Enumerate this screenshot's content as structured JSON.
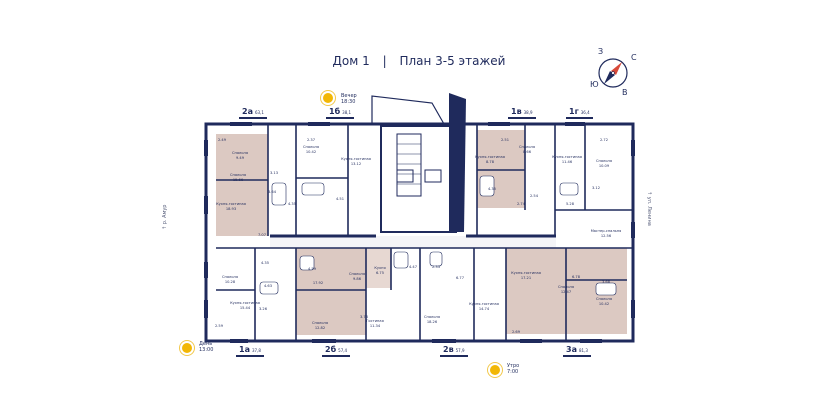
{
  "header": {
    "house": "Дом 1",
    "separator": "|",
    "floors": "План 3-5 этажей"
  },
  "compass": {
    "n": "С",
    "s": "Ю",
    "e": "В",
    "w": "З"
  },
  "sun": {
    "evening": {
      "label": "Вечер",
      "time": "18:30"
    },
    "day": {
      "label": "День",
      "time": "13:00"
    },
    "morning": {
      "label": "Утро",
      "time": "7:00"
    }
  },
  "streets": {
    "left": "р. Амур",
    "right": "ул. Ленина"
  },
  "apartments": [
    {
      "code": "2а",
      "area": "63,1"
    },
    {
      "code": "1б",
      "area": "38,1"
    },
    {
      "code": "1в",
      "area": "38,9"
    },
    {
      "code": "1г",
      "area": "36,4"
    },
    {
      "code": "1а",
      "area": "37,8"
    },
    {
      "code": "2б",
      "area": "57,4"
    },
    {
      "code": "2в",
      "area": "57,9"
    },
    {
      "code": "3а",
      "area": "81,3"
    }
  ],
  "rooms": [
    {
      "name": "Спальня",
      "area": "9.49"
    },
    {
      "name": "",
      "area": "2.49"
    },
    {
      "name": "Спальня",
      "area": "15.66"
    },
    {
      "name": "",
      "area": "3.13"
    },
    {
      "name": "",
      "area": "3.64"
    },
    {
      "name": "Кухня-гостиная",
      "area": "18.93"
    },
    {
      "name": "",
      "area": "7.07"
    },
    {
      "name": "",
      "area": "2.37"
    },
    {
      "name": "Спальня",
      "area": "10.42"
    },
    {
      "name": "Кухня-гостиная",
      "area": "13.12"
    },
    {
      "name": "",
      "area": "4.35"
    },
    {
      "name": "",
      "area": "4.51"
    },
    {
      "name": "",
      "area": "2.51"
    },
    {
      "name": "Спальня",
      "area": "8.66"
    },
    {
      "name": "Кухня-гостиная",
      "area": "8.78"
    },
    {
      "name": "",
      "area": "4.35"
    },
    {
      "name": "",
      "area": "2.54"
    },
    {
      "name": "",
      "area": "2.74"
    },
    {
      "name": "",
      "area": "2.72"
    },
    {
      "name": "Кухня-гостиная",
      "area": "11.46"
    },
    {
      "name": "Спальня",
      "area": "10.09"
    },
    {
      "name": "",
      "area": "3.12"
    },
    {
      "name": "",
      "area": "5.28"
    },
    {
      "name": "Мастер-спальня",
      "area": "12.56"
    },
    {
      "name": "Спальня",
      "area": "10.28"
    },
    {
      "name": "",
      "area": "4.35"
    },
    {
      "name": "",
      "area": "4.63"
    },
    {
      "name": "Кухня-гостиная",
      "area": "15.44"
    },
    {
      "name": "",
      "area": "2.59"
    },
    {
      "name": "",
      "area": "3.26"
    },
    {
      "name": "",
      "area": "4.59"
    },
    {
      "name": "",
      "area": "17.92"
    },
    {
      "name": "Спальня",
      "area": "9.86"
    },
    {
      "name": "Кухня",
      "area": "6.75"
    },
    {
      "name": "Спальня",
      "area": "12.82"
    },
    {
      "name": "",
      "area": "3.78"
    },
    {
      "name": "Гостиная",
      "area": "11.34"
    },
    {
      "name": "",
      "area": "4.47"
    },
    {
      "name": "",
      "area": "2.33"
    },
    {
      "name": "Спальня",
      "area": "18.26"
    },
    {
      "name": "",
      "area": "6.77"
    },
    {
      "name": "Кухня-гостиная",
      "area": "14.74"
    },
    {
      "name": "Кухня-гостиная",
      "area": "17.21"
    },
    {
      "name": "",
      "area": "2.69"
    },
    {
      "name": "",
      "area": "6.78"
    },
    {
      "name": "Спальня",
      "area": "12.47"
    },
    {
      "name": "",
      "area": "3.68"
    },
    {
      "name": "Спальня",
      "area": "10.42"
    }
  ]
}
